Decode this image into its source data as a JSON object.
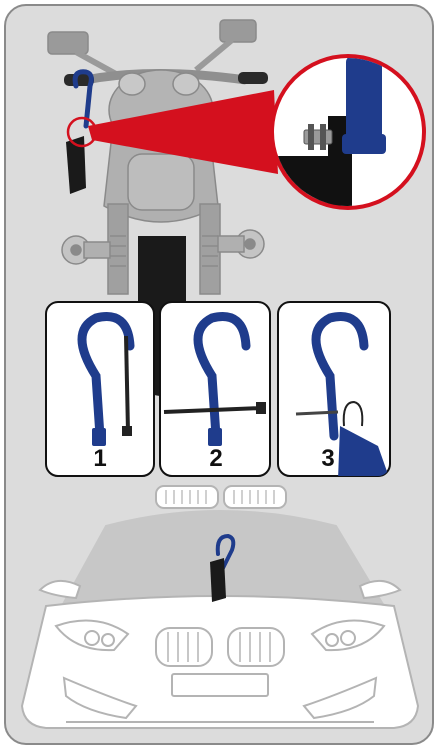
{
  "steps": [
    {
      "label": "1"
    },
    {
      "label": "2"
    },
    {
      "label": "3"
    }
  ],
  "colors": {
    "background": "#dcdcdc",
    "vehicle_gray": "#9a9a9a",
    "hook_blue": "#1f3c8c",
    "accent_red": "#d4101e",
    "lock_black": "#1a1a1a",
    "panel_white": "#ffffff"
  },
  "icons": [
    "motorcycle-icon",
    "hook-lock-icon",
    "magnifier-callout-icon",
    "car-icon"
  ]
}
